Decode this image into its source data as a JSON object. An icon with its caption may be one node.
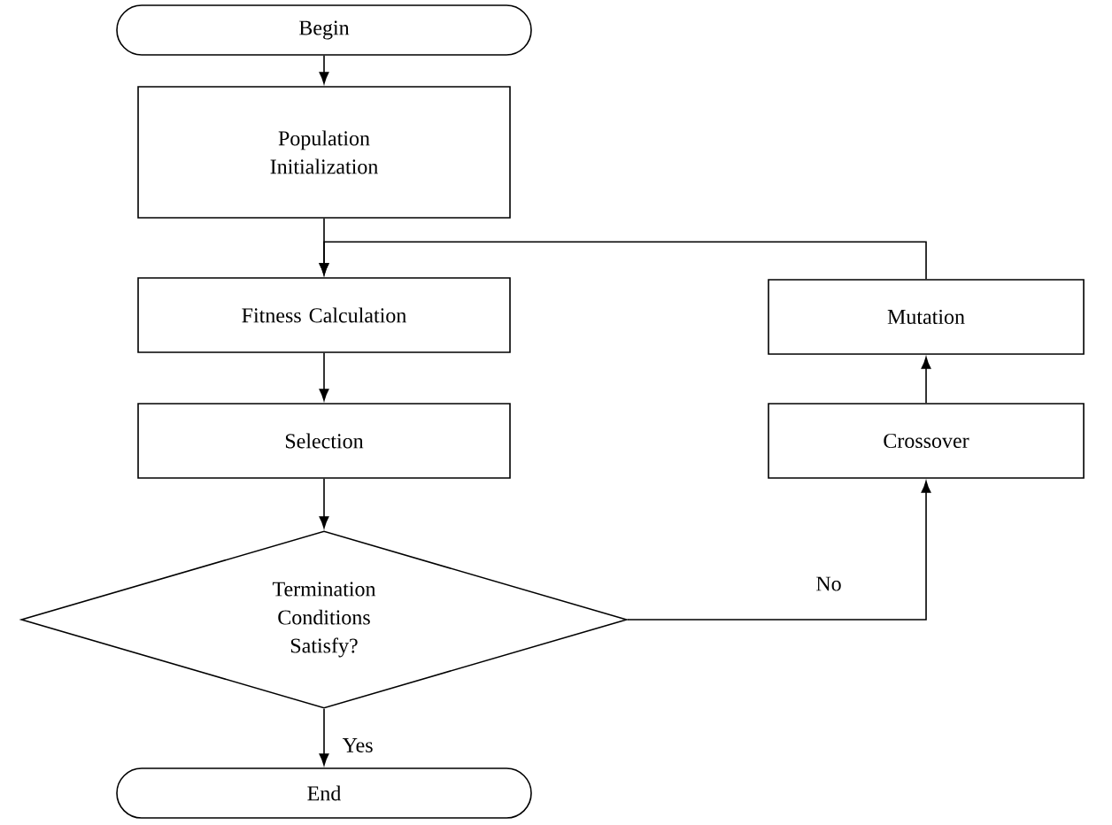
{
  "diagram": {
    "nodes": [
      {
        "text": [
          "Begin"
        ]
      },
      {
        "text": [
          "Population Initialization"
        ]
      },
      {
        "text": [
          "Fitness Calculation"
        ]
      },
      {
        "text": [
          "Selection"
        ]
      },
      {
        "text": [
          "Termination Conditions Satisfy?"
        ]
      },
      {
        "text": [
          "End"
        ]
      },
      {
        "text": [
          "Mutation"
        ]
      },
      {
        "text": [
          "Crossover"
        ]
      }
    ],
    "edges": [
      {
        "from": 0,
        "to": 1,
        "arrow": "to"
      },
      {
        "from": 1,
        "to": 2,
        "arrow": "to"
      },
      {
        "from": 2,
        "to": 3,
        "arrow": "to"
      },
      {
        "from": 3,
        "to": 4,
        "arrow": "to"
      },
      {
        "from": 4,
        "to": 5,
        "arrow": "to",
        "label": "Yes"
      },
      {
        "from": 4,
        "to": 7,
        "arrow": "to",
        "label": "No"
      },
      {
        "from": 7,
        "to": 6,
        "arrow": "to"
      },
      {
        "from": 6,
        "to": 2,
        "arrow": "to"
      }
    ]
  }
}
